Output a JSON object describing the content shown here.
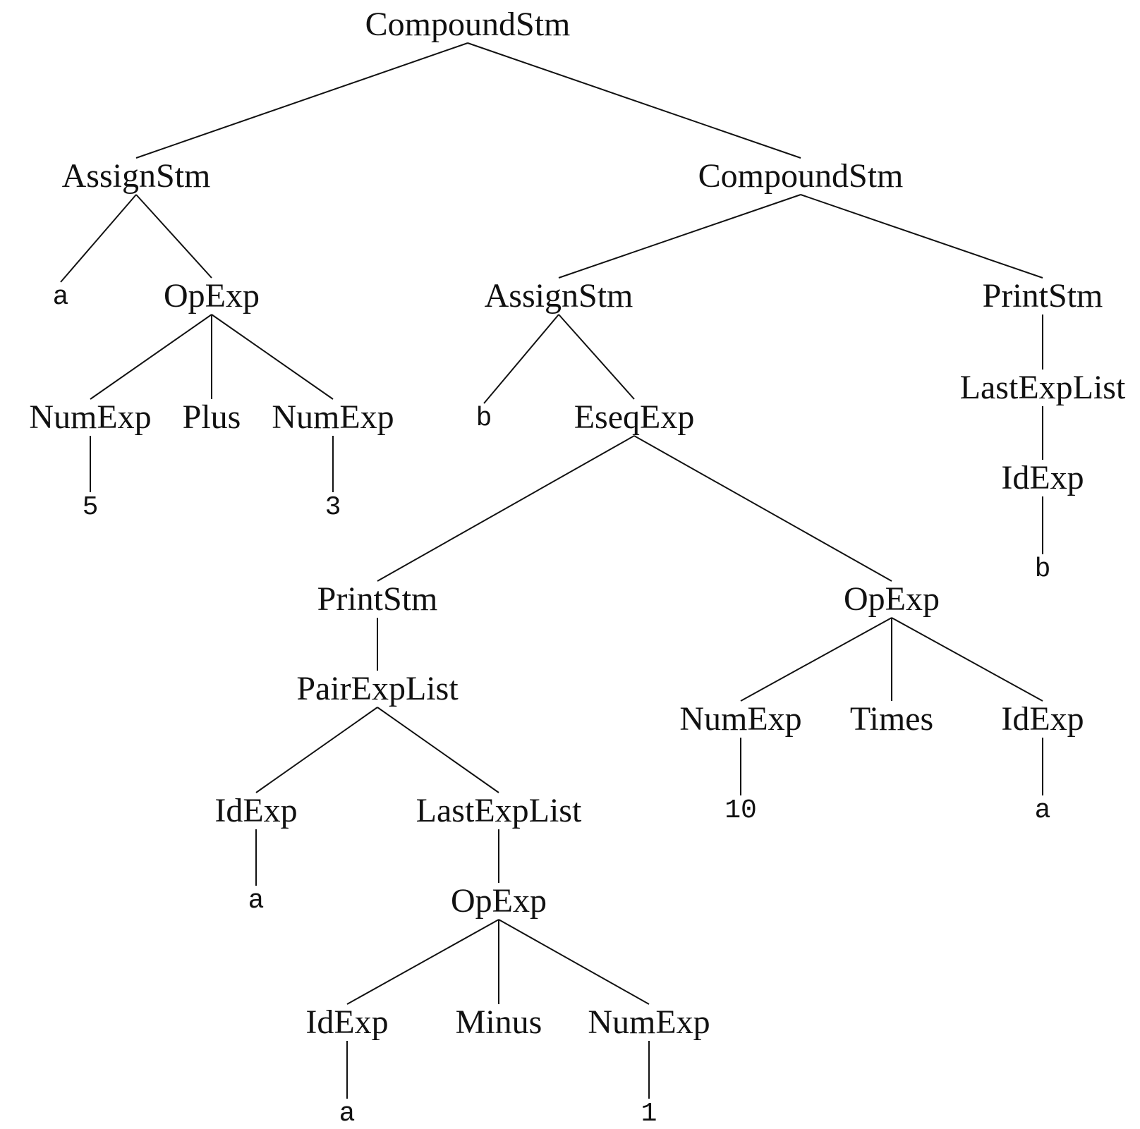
{
  "tree": {
    "label": "CompoundStm",
    "children": [
      {
        "label": "AssignStm",
        "children": [
          {
            "label": "a",
            "kind": "terminal"
          },
          {
            "label": "OpExp",
            "children": [
              {
                "label": "NumExp",
                "children": [
                  {
                    "label": "5",
                    "kind": "terminal"
                  }
                ]
              },
              {
                "label": "Plus"
              },
              {
                "label": "NumExp",
                "children": [
                  {
                    "label": "3",
                    "kind": "terminal"
                  }
                ]
              }
            ]
          }
        ]
      },
      {
        "label": "CompoundStm",
        "children": [
          {
            "label": "AssignStm",
            "children": [
              {
                "label": "b",
                "kind": "terminal"
              },
              {
                "label": "EseqExp",
                "children": [
                  {
                    "label": "PrintStm",
                    "children": [
                      {
                        "label": "PairExpList",
                        "children": [
                          {
                            "label": "IdExp",
                            "children": [
                              {
                                "label": "a",
                                "kind": "terminal"
                              }
                            ]
                          },
                          {
                            "label": "LastExpList",
                            "children": [
                              {
                                "label": "OpExp",
                                "children": [
                                  {
                                    "label": "IdExp",
                                    "children": [
                                      {
                                        "label": "a",
                                        "kind": "terminal"
                                      }
                                    ]
                                  },
                                  {
                                    "label": "Minus"
                                  },
                                  {
                                    "label": "NumExp",
                                    "children": [
                                      {
                                        "label": "1",
                                        "kind": "terminal"
                                      }
                                    ]
                                  }
                                ]
                              }
                            ]
                          }
                        ]
                      }
                    ]
                  },
                  {
                    "label": "OpExp",
                    "children": [
                      {
                        "label": "NumExp",
                        "children": [
                          {
                            "label": "10",
                            "kind": "terminal"
                          }
                        ]
                      },
                      {
                        "label": "Times"
                      },
                      {
                        "label": "IdExp",
                        "children": [
                          {
                            "label": "a",
                            "kind": "terminal"
                          }
                        ]
                      }
                    ]
                  }
                ]
              }
            ]
          },
          {
            "label": "PrintStm",
            "children": [
              {
                "label": "LastExpList",
                "children": [
                  {
                    "label": "IdExp",
                    "children": [
                      {
                        "label": "b",
                        "kind": "terminal"
                      }
                    ]
                  }
                ]
              }
            ]
          }
        ]
      }
    ]
  }
}
